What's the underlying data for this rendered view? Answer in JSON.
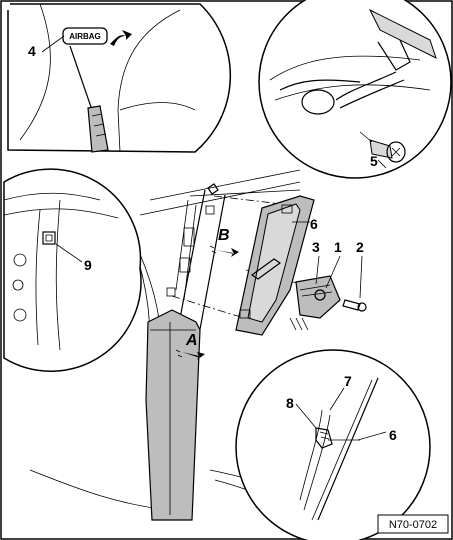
{
  "badge_text": "AIRBAG",
  "reference": "N70-0702",
  "view_labels": {
    "a": "A",
    "b": "B"
  },
  "callouts": {
    "c1": "1",
    "c2": "2",
    "c3": "3",
    "c4": "4",
    "c5": "5",
    "c6_top": "6",
    "c6_detail": "6",
    "c7": "7",
    "c8": "8",
    "c9": "9"
  }
}
